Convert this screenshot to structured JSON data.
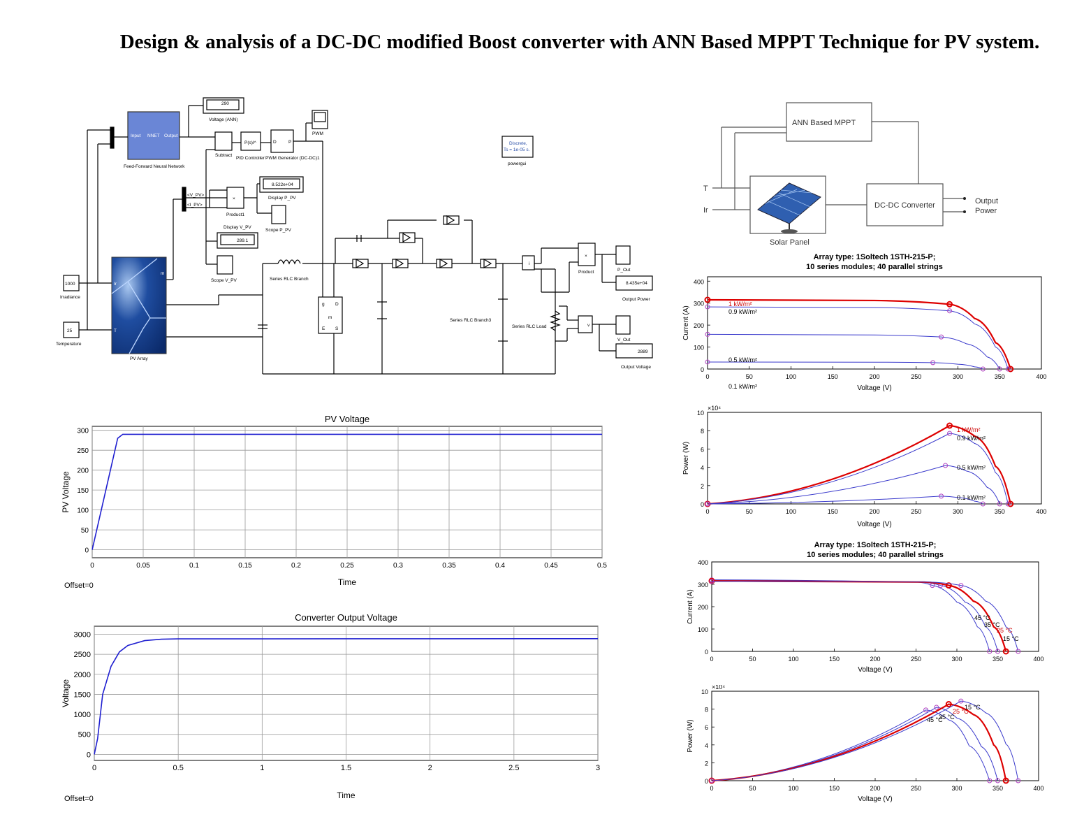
{
  "title": "Design & analysis of a DC-DC modified Boost converter with ANN Based MPPT Technique for PV system.",
  "simulink": {
    "blocks": {
      "voltage_ann_value": "290",
      "voltage_ann_label": "Voltage (ANN)",
      "nnet_input": "Input",
      "nnet_name": "NNET",
      "nnet_output": "Output",
      "nnet_label": "Feed-Forward Neural Network",
      "pwm_scope_label": "PWM",
      "subtract_label": "Subtract",
      "pid_block": "P(s)I^",
      "pid_label": "PID Controller",
      "pwm_gen_d": "D",
      "pwm_gen_p": "P",
      "pwm_gen_label": "PWM Generator (DC-DC)1",
      "discrete_line1": "Discrete,",
      "discrete_line2": "Ts = 1e-05 s.",
      "powergui_label": "powergui",
      "v_pv_tag": "<V_PV>",
      "i_pv_tag": "<I_PV>",
      "product1_label": "Product1",
      "display_p_pv_value": "8.522e+04",
      "display_p_pv_label": "Display P_PV",
      "display_v_pv_label": "Display V_PV",
      "scope_p_pv_label": "Scope P_PV",
      "display_v_pv_value": "289.1",
      "scope_v_pv_label": "Scope V_PV",
      "irradiance_value": "1000",
      "irradiance_label": "Irradiance",
      "temperature_value": "25",
      "temperature_label": "Temperature",
      "pv_array_label": "PV Array",
      "pv_m": "m",
      "pv_ir": "Ir",
      "pv_t": "T",
      "series_rlc_branch": "Series RLC Branch",
      "series_rlc_branch3": "Series RLC Branch3",
      "series_rlc_load": "Series RLC Load",
      "product_label": "Product",
      "p_out_label": "P_Out",
      "output_power_value": "8.435e+04",
      "output_power_label": "Output Power",
      "v_out_label": "V_Out",
      "output_voltage_value": "2889",
      "output_voltage_label": "Output Voltage",
      "mult": "×",
      "v_sym": "v",
      "i_sym": "i",
      "mosfet_g": "g",
      "mosfet_e": "E",
      "mosfet_m": "m",
      "mosfet_d": "D",
      "mosfet_s": "S"
    }
  },
  "block_diagram": {
    "ann_box": "ANN Based MPPT",
    "dcdc_box": "DC-DC Converter",
    "output_label": "Output\nPower",
    "solar_label": "Solar Panel",
    "t_label": "T",
    "ir_label": "Ir"
  },
  "chart_data": [
    {
      "type": "line",
      "title": "PV Voltage",
      "xlabel": "Time",
      "ylabel": "PV Voltage",
      "footer": "Offset=0",
      "xlim": [
        0,
        0.5
      ],
      "ylim": [
        -20,
        310
      ],
      "xticks": [
        "0",
        "0.05",
        "0.1",
        "0.15",
        "0.2",
        "0.25",
        "0.3",
        "0.35",
        "0.4",
        "0.45",
        "0.5"
      ],
      "yticks": [
        "0",
        "50",
        "100",
        "150",
        "200",
        "250",
        "300"
      ],
      "grid": true,
      "series": [
        {
          "x": [
            0,
            0.025,
            0.03,
            0.1,
            0.5
          ],
          "values": [
            0,
            280,
            290,
            290,
            290
          ],
          "color": "#1f1fd0"
        }
      ]
    },
    {
      "type": "line",
      "title": "Converter Output Voltage",
      "xlabel": "Time",
      "ylabel": "Voltage",
      "footer": "Offset=0",
      "xlim": [
        0,
        3
      ],
      "ylim": [
        -150,
        3200
      ],
      "xticks": [
        "0",
        "0.5",
        "1",
        "1.5",
        "2",
        "2.5",
        "3"
      ],
      "yticks": [
        "0",
        "500",
        "1000",
        "1500",
        "2000",
        "2500",
        "3000"
      ],
      "grid": true,
      "series": [
        {
          "x": [
            0,
            0.02,
            0.05,
            0.1,
            0.15,
            0.2,
            0.3,
            0.4,
            0.5,
            3
          ],
          "values": [
            0,
            400,
            1500,
            2200,
            2560,
            2720,
            2840,
            2875,
            2885,
            2889
          ],
          "color": "#1f1fd0"
        }
      ]
    },
    {
      "type": "line",
      "title": "Array type: 1Soltech 1STH-215-P;\n10 series modules; 40 parallel strings",
      "xlabel": "Voltage (V)",
      "ylabel": "Current (A)",
      "xlim": [
        0,
        400
      ],
      "ylim": [
        0,
        420
      ],
      "xticks": [
        "0",
        "50",
        "100",
        "150",
        "200",
        "250",
        "300",
        "350",
        "400"
      ],
      "yticks": [
        "0",
        "100",
        "200",
        "300",
        "400"
      ],
      "annotations": [
        "1 kW/m²",
        "0.9 kW/m²",
        "0.5 kW/m²",
        "0.1 kW/m²"
      ],
      "series": [
        {
          "name": "1 kW/m²",
          "color": "#dd0000",
          "x": [
            0,
            200,
            290,
            320,
            345,
            363
          ],
          "values": [
            315,
            312,
            295,
            230,
            120,
            0
          ]
        },
        {
          "name": "0.9 kW/m²",
          "color": "#3a3acc",
          "x": [
            0,
            200,
            290,
            320,
            345,
            360
          ],
          "values": [
            283,
            280,
            265,
            205,
            100,
            0
          ]
        },
        {
          "name": "0.5 kW/m²",
          "color": "#3a3acc",
          "x": [
            0,
            200,
            280,
            310,
            335,
            350
          ],
          "values": [
            158,
            155,
            146,
            115,
            55,
            0
          ]
        },
        {
          "name": "0.1 kW/m²",
          "color": "#3a3acc",
          "x": [
            0,
            200,
            270,
            300,
            320,
            330
          ],
          "values": [
            32,
            31,
            29,
            22,
            10,
            0
          ]
        }
      ]
    },
    {
      "type": "line",
      "xlabel": "Voltage (V)",
      "ylabel": "Power (W)",
      "yexp": "×10⁴",
      "xlim": [
        0,
        400
      ],
      "ylim": [
        0,
        10
      ],
      "xticks": [
        "0",
        "50",
        "100",
        "150",
        "200",
        "250",
        "300",
        "350",
        "400"
      ],
      "yticks": [
        "0",
        "2",
        "4",
        "6",
        "8",
        "10"
      ],
      "annotations": [
        "1 kW/m²",
        "0.9 kW/m²",
        "0.5 kW/m²",
        "0.1 kW/m²"
      ],
      "series": [
        {
          "name": "1 kW/m²",
          "color": "#dd0000",
          "x": [
            0,
            290,
            320,
            345,
            363
          ],
          "values": [
            0,
            8.55,
            7.4,
            4.1,
            0
          ]
        },
        {
          "name": "0.9 kW/m²",
          "color": "#3a3acc",
          "x": [
            0,
            290,
            320,
            345,
            360
          ],
          "values": [
            0,
            7.7,
            6.6,
            3.4,
            0
          ]
        },
        {
          "name": "0.5 kW/m²",
          "color": "#3a3acc",
          "x": [
            0,
            285,
            310,
            335,
            350
          ],
          "values": [
            0,
            4.2,
            3.6,
            1.8,
            0
          ]
        },
        {
          "name": "0.1 kW/m²",
          "color": "#3a3acc",
          "x": [
            0,
            280,
            300,
            320,
            330
          ],
          "values": [
            0,
            0.85,
            0.7,
            0.3,
            0
          ]
        }
      ]
    },
    {
      "type": "line",
      "title": "Array type: 1Soltech 1STH-215-P;\n10 series modules; 40 parallel strings",
      "xlabel": "Voltage (V)",
      "ylabel": "Current (A)",
      "xlim": [
        0,
        400
      ],
      "ylim": [
        0,
        400
      ],
      "xticks": [
        "0",
        "50",
        "100",
        "150",
        "200",
        "250",
        "300",
        "350",
        "400"
      ],
      "yticks": [
        "0",
        "100",
        "200",
        "300",
        "400"
      ],
      "annotations": [
        "45 °C",
        "35 °C",
        "25 °C",
        "15 °C"
      ],
      "series": [
        {
          "name": "45 °C",
          "color": "#3a3acc",
          "x": [
            0,
            250,
            270,
            300,
            325,
            340
          ],
          "values": [
            320,
            310,
            295,
            220,
            110,
            0
          ]
        },
        {
          "name": "35 °C",
          "color": "#3a3acc",
          "x": [
            0,
            255,
            280,
            310,
            335,
            350
          ],
          "values": [
            318,
            310,
            295,
            220,
            110,
            0
          ]
        },
        {
          "name": "25 °C",
          "color": "#dd0000",
          "x": [
            0,
            260,
            290,
            320,
            345,
            360
          ],
          "values": [
            315,
            310,
            295,
            225,
            110,
            0
          ]
        },
        {
          "name": "15 °C",
          "color": "#3a3acc",
          "x": [
            0,
            265,
            305,
            335,
            360,
            375
          ],
          "values": [
            313,
            310,
            295,
            225,
            110,
            0
          ]
        }
      ]
    },
    {
      "type": "line",
      "xlabel": "Voltage (V)",
      "ylabel": "Power (W)",
      "yexp": "×10⁴",
      "xlim": [
        0,
        400
      ],
      "ylim": [
        0,
        10
      ],
      "xticks": [
        "0",
        "50",
        "100",
        "150",
        "200",
        "250",
        "300",
        "350",
        "400"
      ],
      "yticks": [
        "0",
        "2",
        "4",
        "6",
        "8",
        "10"
      ],
      "annotations": [
        "45 °C",
        "35 °C",
        "25 °C",
        "15 °C"
      ],
      "series": [
        {
          "name": "45 °C",
          "color": "#3a3acc",
          "x": [
            0,
            262,
            290,
            315,
            340
          ],
          "values": [
            0,
            7.9,
            6.8,
            3.9,
            0
          ]
        },
        {
          "name": "35 °C",
          "color": "#3a3acc",
          "x": [
            0,
            275,
            300,
            330,
            350
          ],
          "values": [
            0,
            8.2,
            7.0,
            3.8,
            0
          ]
        },
        {
          "name": "25 °C",
          "color": "#dd0000",
          "x": [
            0,
            290,
            320,
            345,
            360
          ],
          "values": [
            0,
            8.55,
            7.4,
            4.0,
            0
          ]
        },
        {
          "name": "15 °C",
          "color": "#3a3acc",
          "x": [
            0,
            305,
            335,
            360,
            375
          ],
          "values": [
            0,
            8.9,
            7.6,
            4.1,
            0
          ]
        }
      ]
    }
  ]
}
